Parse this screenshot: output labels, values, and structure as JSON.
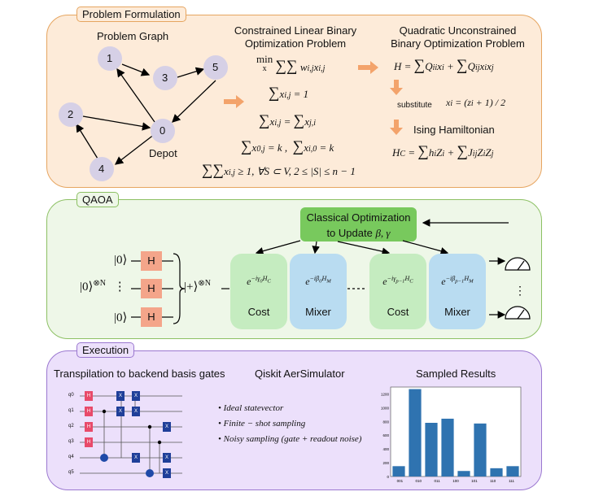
{
  "problem": {
    "tag": "Problem Formulation",
    "graph_title": "Problem Graph",
    "nodes": [
      "1",
      "2",
      "3",
      "4",
      "5",
      "0"
    ],
    "depot_label": "Depot",
    "clbo_title_1": "Constrained Linear Binary",
    "clbo_title_2": "Optimization Problem",
    "qubo_title_1": "Quadratic Unconstrained",
    "qubo_title_2": "Binary Optimization Problem",
    "substitute": "substitute",
    "ising_title": "Ising Hamiltonian",
    "eq_min": "min",
    "eq_min_sub": "x",
    "eq_obj": "w",
    "eq_c1": "x",
    "eq_qubo": "H = ∑ Qii xi + ∑ Qij xi xj",
    "eq_sub": "xi = (zi + 1)/2",
    "eq_ising": "HC = ∑ hi Zi + ∑ Jij Zi Zj"
  },
  "qaoa": {
    "tag": "QAOA",
    "classical_1": "Classical Optimization",
    "classical_2": "to Update",
    "classical_params": "β, γ",
    "ket0": "|0⟩",
    "ket0N": "|0⟩",
    "ket0N_sup": "⊗N",
    "plus": "|+⟩",
    "plus_sup": "⊗N",
    "h": "H",
    "cost": "Cost",
    "mixer": "Mixer",
    "op_cost0": "e−iγ0HC",
    "op_mix0": "e−iβ0HM",
    "op_costp": "e−iγp−1HC",
    "op_mixp": "e−iβp−1HM"
  },
  "execution": {
    "tag": "Execution",
    "transp_title": "Transpilation to backend basis gates",
    "qubits": [
      "q0",
      "q1",
      "q2",
      "q3",
      "q4",
      "q5"
    ],
    "gate_h": "H",
    "gate_x": "X",
    "sim_title": "Qiskit AerSimulator",
    "sim_items": [
      "Ideal statevector",
      "Finite − shot sampling",
      "Noisy sampling (gate + readout noise)"
    ],
    "results_title": "Sampled Results"
  },
  "colors": {
    "problem_bg": "#fdebd9",
    "problem_border": "#e6a560",
    "qaoa_bg": "#eef7e8",
    "qaoa_border": "#8cc063",
    "exec_bg": "#ece0fb",
    "exec_border": "#9b78d0",
    "node": "#d6d0e6",
    "arrow_orange": "#f3a36b",
    "gate_h": "#f4a58a",
    "cost": "#c5ecc0",
    "mixer": "#b9dcf1",
    "classical": "#78c95d",
    "bar": "#2f73b0"
  },
  "chart_data": {
    "type": "bar",
    "title": "Sampled Results",
    "categories": [
      "001",
      "010",
      "011",
      "100",
      "101",
      "110",
      "111"
    ],
    "values": [
      150,
      1270,
      780,
      840,
      80,
      770,
      120,
      150
    ],
    "ylim": [
      0,
      1300
    ],
    "yticks": [
      0,
      200,
      400,
      600,
      800,
      1000,
      1200
    ],
    "xlabel": "",
    "ylabel": ""
  }
}
